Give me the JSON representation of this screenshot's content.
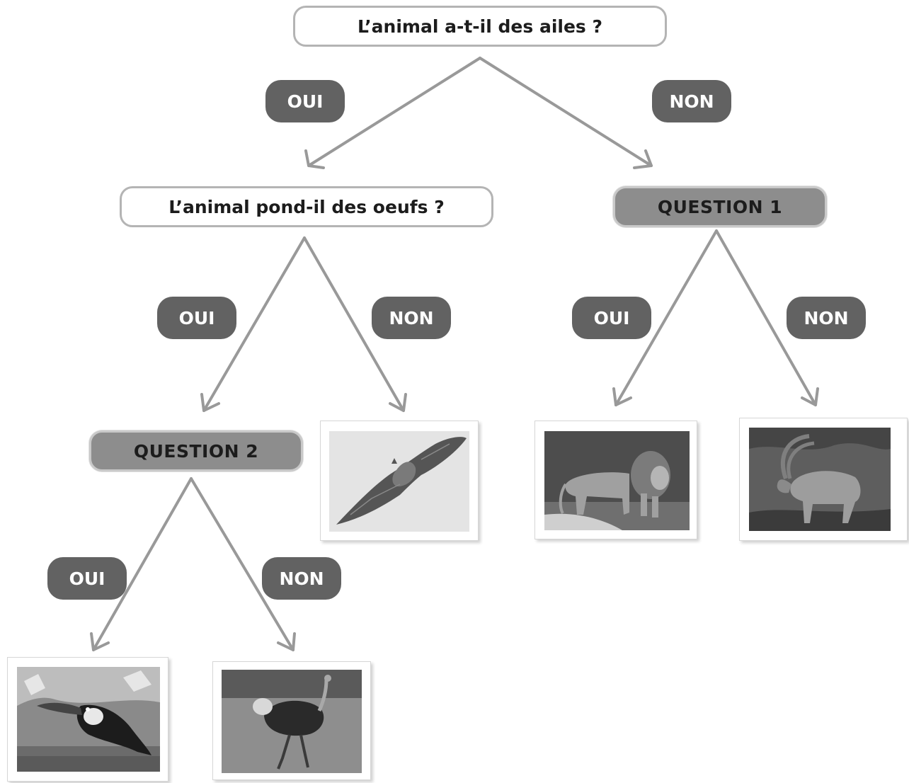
{
  "root_question": "L’animal a-t-il des ailes ?",
  "question_eggs": "L’animal pond-il des oeufs ?",
  "question_1": "QUESTION 1",
  "question_2": "QUESTION 2",
  "yes_label": "OUI",
  "no_label": "NON",
  "photos": [
    "bat",
    "lion",
    "ibex",
    "toucan",
    "ostrich"
  ],
  "colors": {
    "arrow": "#999999",
    "pill": "#626262",
    "question_highlight": "#8d8d8d",
    "box_border": "#b4b4b4"
  }
}
